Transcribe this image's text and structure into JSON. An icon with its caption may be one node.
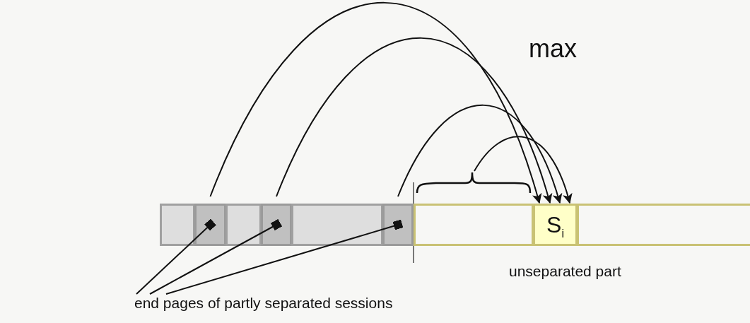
{
  "diagram": {
    "nodes": [
      {
        "text": [],
        "shape": "box"
      },
      {
        "text": [],
        "shape": "box"
      },
      {
        "text": [],
        "shape": "box"
      },
      {
        "text": [],
        "shape": "box"
      },
      {
        "text": [],
        "shape": "box"
      },
      {
        "text": [],
        "shape": "box"
      },
      {
        "text": [],
        "shape": "box"
      },
      {
        "text": [
          "S$_{i}$"
        ]
      },
      {
        "text": [],
        "shape": "box"
      },
      {
        "text": [],
        "shape": "bracket"
      },
      {
        "text": [
          "end pages of partly separated sessions"
        ]
      }
    ],
    "edges": [
      {
        "from": 1,
        "to": 7,
        "arrow": "to"
      },
      {
        "from": 3,
        "to": 7,
        "arrow": "to"
      },
      {
        "from": 5,
        "to": 7,
        "arrow": "to"
      },
      {
        "from": 9,
        "to": 7,
        "arrow": "to"
      },
      {
        "from": 10,
        "to": 1,
        "arrow": "other"
      },
      {
        "from": 10,
        "to": 3,
        "arrow": "other"
      },
      {
        "from": 10,
        "to": 5,
        "arrow": "other"
      }
    ],
    "labels": [
      "max",
      "unseparated part"
    ]
  }
}
